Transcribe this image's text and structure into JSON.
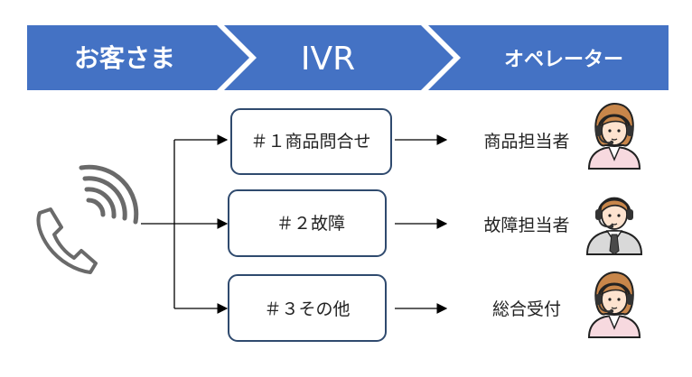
{
  "header": {
    "stages": [
      {
        "label": "お客さま"
      },
      {
        "label": "IVR"
      },
      {
        "label": "オペレーター"
      }
    ]
  },
  "menu": {
    "options": [
      {
        "label": "＃１商品問合せ",
        "destination": "商品担当者",
        "operator_icon": "female-operator-icon"
      },
      {
        "label": "＃２故障",
        "destination": "故障担当者",
        "operator_icon": "male-operator-icon"
      },
      {
        "label": "＃３その他",
        "destination": "総合受付",
        "operator_icon": "female-operator-icon"
      }
    ]
  },
  "icons": {
    "caller": "phone-icon"
  },
  "colors": {
    "header_blue": "#4472C4",
    "header_text": "#ffffff",
    "box_border": "#2F4A6E",
    "arrow": "#000000"
  }
}
